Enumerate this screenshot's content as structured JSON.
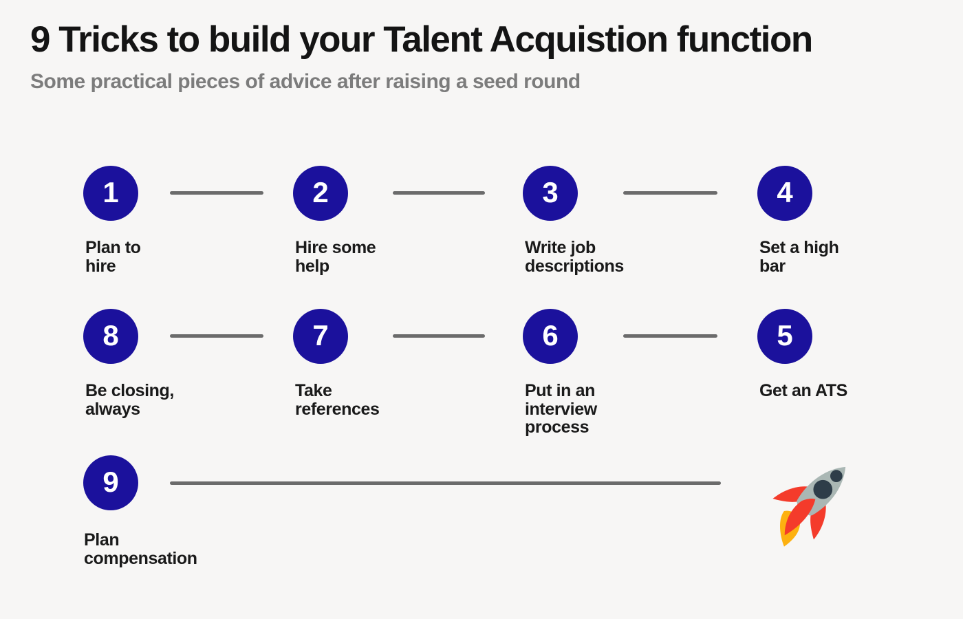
{
  "header": {
    "title": "9 Tricks to build your Talent Acquistion function",
    "subtitle": "Some practical pieces of advice after raising a seed round"
  },
  "steps": [
    {
      "number": "1",
      "label": "Plan to\nhire"
    },
    {
      "number": "2",
      "label": "Hire some\nhelp"
    },
    {
      "number": "3",
      "label": "Write job\ndescriptions"
    },
    {
      "number": "4",
      "label": "Set a high\nbar"
    },
    {
      "number": "8",
      "label": "Be closing,\nalways"
    },
    {
      "number": "7",
      "label": "Take\nreferences"
    },
    {
      "number": "6",
      "label": "Put in an\ninterview\nprocess"
    },
    {
      "number": "5",
      "label": "Get an ATS"
    },
    {
      "number": "9",
      "label": "Plan\ncompensation"
    }
  ],
  "icons": {
    "rocket": "rocket-icon"
  },
  "colors": {
    "background": "#f7f6f5",
    "circle": "#1b119c",
    "number": "#ffffff",
    "connector": "#6b6b6b",
    "title": "#141414",
    "subtitle": "#7c7c7c",
    "label": "#1a1a1a",
    "rocket_body": "#aab7b4",
    "rocket_window": "#2e3d49",
    "rocket_fin": "#f43b2b",
    "rocket_flame_outer": "#fdb110",
    "rocket_flame_inner": "#f43b2b"
  }
}
